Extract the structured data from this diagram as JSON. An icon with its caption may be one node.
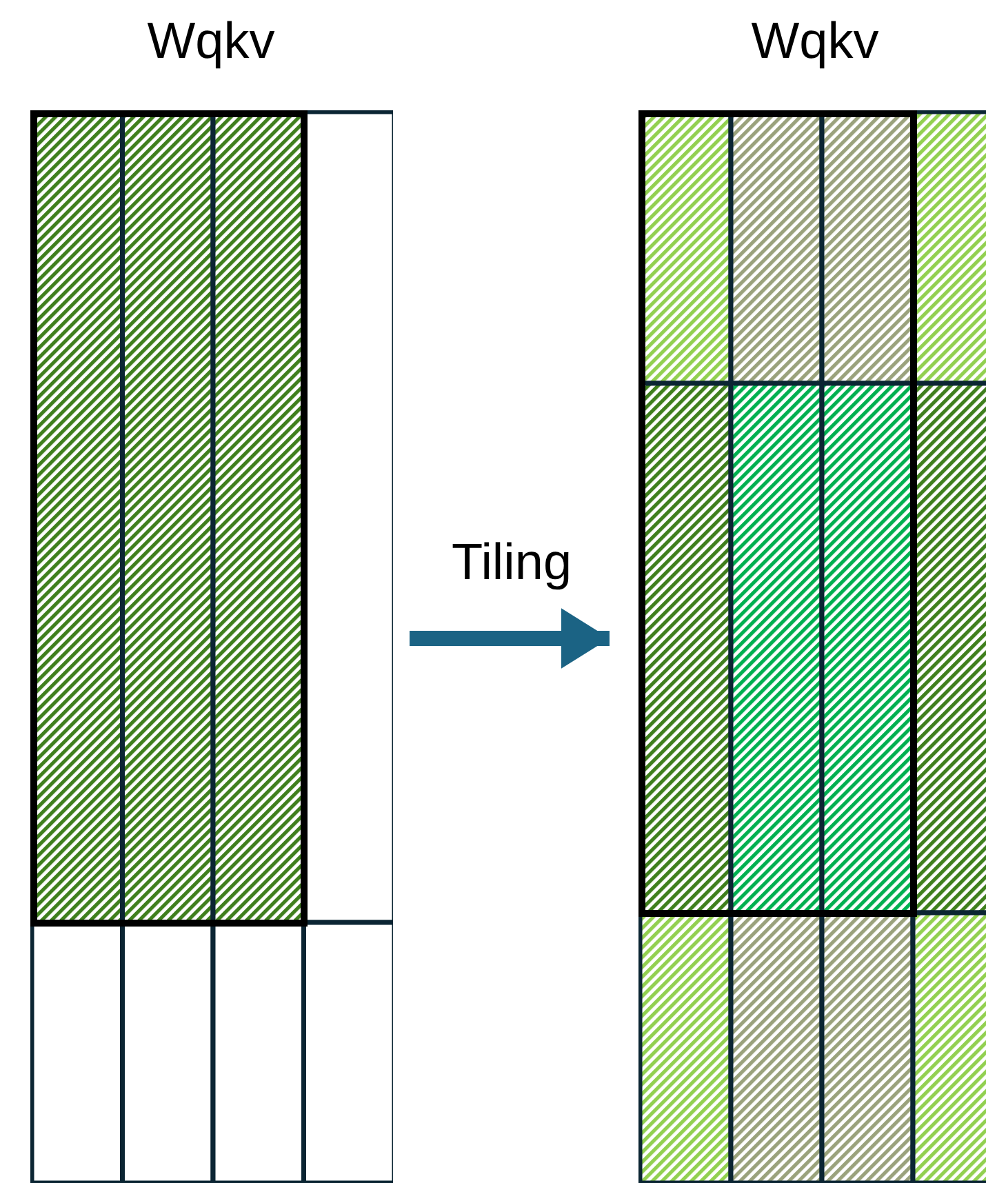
{
  "diagram": {
    "nodes": [
      {
        "text": [
          "Wqkv"
        ]
      },
      {
        "text": [
          "Wqkv"
        ]
      }
    ],
    "edges": [
      {
        "from": 0,
        "to": 1,
        "arrow": "to",
        "label": "Tiling"
      }
    ]
  }
}
